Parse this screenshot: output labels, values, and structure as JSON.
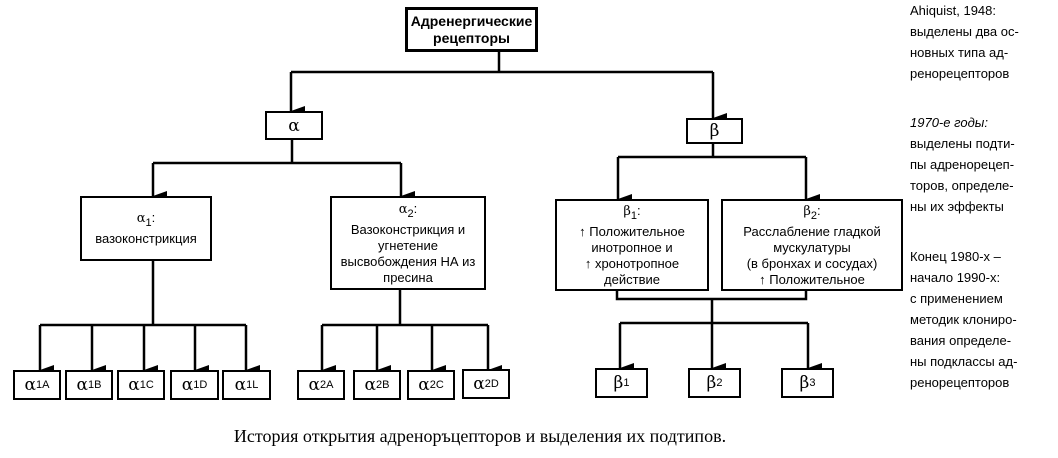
{
  "root": {
    "label_line1": "Адренергические",
    "label_line2": "рецепторы"
  },
  "classes": {
    "alpha": {
      "symbol": "α"
    },
    "beta": {
      "symbol": "β"
    }
  },
  "subtypes": {
    "alpha1": {
      "symbol": "α",
      "index": "1",
      "suffix": ":",
      "lines": [
        "вазоконстрикция"
      ]
    },
    "alpha2": {
      "symbol": "α",
      "index": "2",
      "suffix": ":",
      "lines": [
        "Вазоконстрикция и",
        "угнетение",
        "высвобождения НА из",
        "пресина"
      ]
    },
    "beta1": {
      "symbol": "β",
      "index": "1",
      "suffix": ":",
      "lines": [
        "↑ Положительное",
        "инотропное и",
        "↑ хронотропное",
        "действие"
      ]
    },
    "beta2": {
      "symbol": "β",
      "index": "2",
      "suffix": ":",
      "lines": [
        "Расслабление гладкой",
        "мускулатуры",
        "(в бронхах и сосудах)",
        "↑ Положительное"
      ]
    }
  },
  "leaves": {
    "alpha1": [
      {
        "symbol": "α",
        "index": "1A"
      },
      {
        "symbol": "α",
        "index": "1B"
      },
      {
        "symbol": "α",
        "index": "1C"
      },
      {
        "symbol": "α",
        "index": "1D"
      },
      {
        "symbol": "α",
        "index": "1L"
      }
    ],
    "alpha2": [
      {
        "symbol": "α",
        "index": "2A"
      },
      {
        "symbol": "α",
        "index": "2B"
      },
      {
        "symbol": "α",
        "index": "2C"
      },
      {
        "symbol": "α",
        "index": "2D"
      }
    ],
    "beta": [
      {
        "symbol": "β",
        "index": "1"
      },
      {
        "symbol": "β",
        "index": "2"
      },
      {
        "symbol": "β",
        "index": "3"
      }
    ]
  },
  "sidebar": {
    "note1": {
      "head": "Ahiquist, 1948:",
      "lines": [
        "выделены два ос-",
        "новных типа ад-",
        "ренорецепторов"
      ]
    },
    "note2": {
      "head": "1970-е годы:",
      "lines": [
        "выделены подти-",
        "пы адренорецеп-",
        "торов, определе-",
        "ны их эффекты"
      ]
    },
    "note3": {
      "head": "Конец 1980-х –",
      "lines": [
        "начало 1990-х:",
        "с применением",
        "методик клониро-",
        "вания определе-",
        "ны подклассы ад-",
        "ренорецепторов"
      ]
    }
  },
  "caption": "История открытия адреноръцепторов и выделения их подтипов."
}
